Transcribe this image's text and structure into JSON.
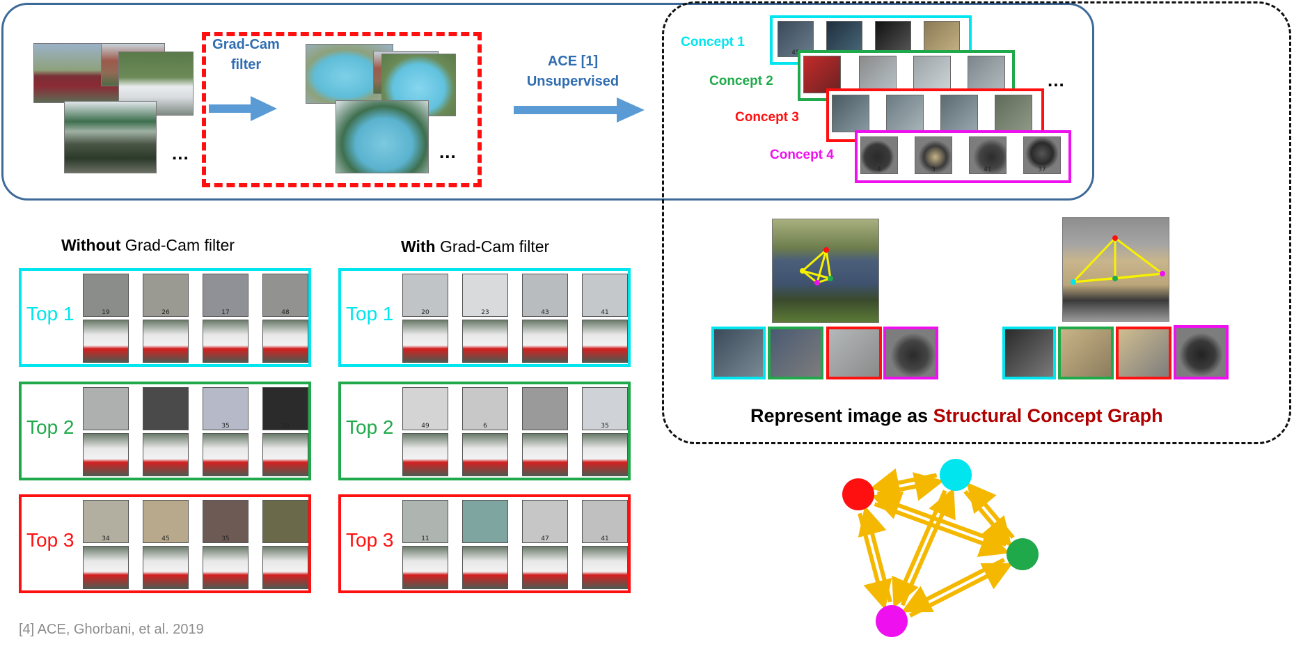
{
  "pipeline": {
    "gradcam_label": "Grad-Cam\nfilter",
    "ace_label": "ACE [1]\nUnsupervised",
    "ellipsis": "...",
    "concepts": [
      {
        "label": "Concept 1",
        "color": "#00e5ee",
        "numbers": [
          "45",
          "",
          "",
          ""
        ]
      },
      {
        "label": "Concept 2",
        "color": "#1fa94a",
        "numbers": [
          "",
          "",
          "",
          ""
        ]
      },
      {
        "label": "Concept 3",
        "color": "#ff1010",
        "numbers": [
          "",
          "",
          "",
          ""
        ]
      },
      {
        "label": "Concept 4",
        "color": "#ee10ee",
        "numbers": [
          "4",
          "3",
          "41",
          "37"
        ]
      }
    ]
  },
  "comparison": {
    "without_bold": "Without",
    "without_rest": " Grad-Cam filter",
    "with_bold": "With",
    "with_rest": " Grad-Cam filter",
    "rows": [
      {
        "label": "Top 1",
        "color": "#00e5ee",
        "without_numbers": [
          "19",
          "26",
          "17",
          "48"
        ],
        "with_numbers": [
          "20",
          "23",
          "43",
          "41"
        ]
      },
      {
        "label": "Top 2",
        "color": "#1fa94a",
        "without_numbers": [
          "",
          "",
          "35",
          "20"
        ],
        "with_numbers": [
          "49",
          "6",
          "",
          "35"
        ]
      },
      {
        "label": "Top 3",
        "color": "#ff1010",
        "without_numbers": [
          "34",
          "45",
          "35",
          ""
        ],
        "with_numbers": [
          "11",
          "",
          "47",
          "41"
        ]
      }
    ]
  },
  "scg": {
    "caption_prefix": "Represent image as ",
    "caption_highlight": "Structural Concept Graph",
    "caption_highlight_color": "#b00000",
    "node_colors": [
      "#00e5ee",
      "#1fa94a",
      "#ff1010",
      "#ee10ee"
    ],
    "edge_color": "#f5b800"
  },
  "citation": "[4] ACE, Ghorbani, et al. 2019",
  "icons": {
    "arrow": "right-arrow-icon"
  }
}
